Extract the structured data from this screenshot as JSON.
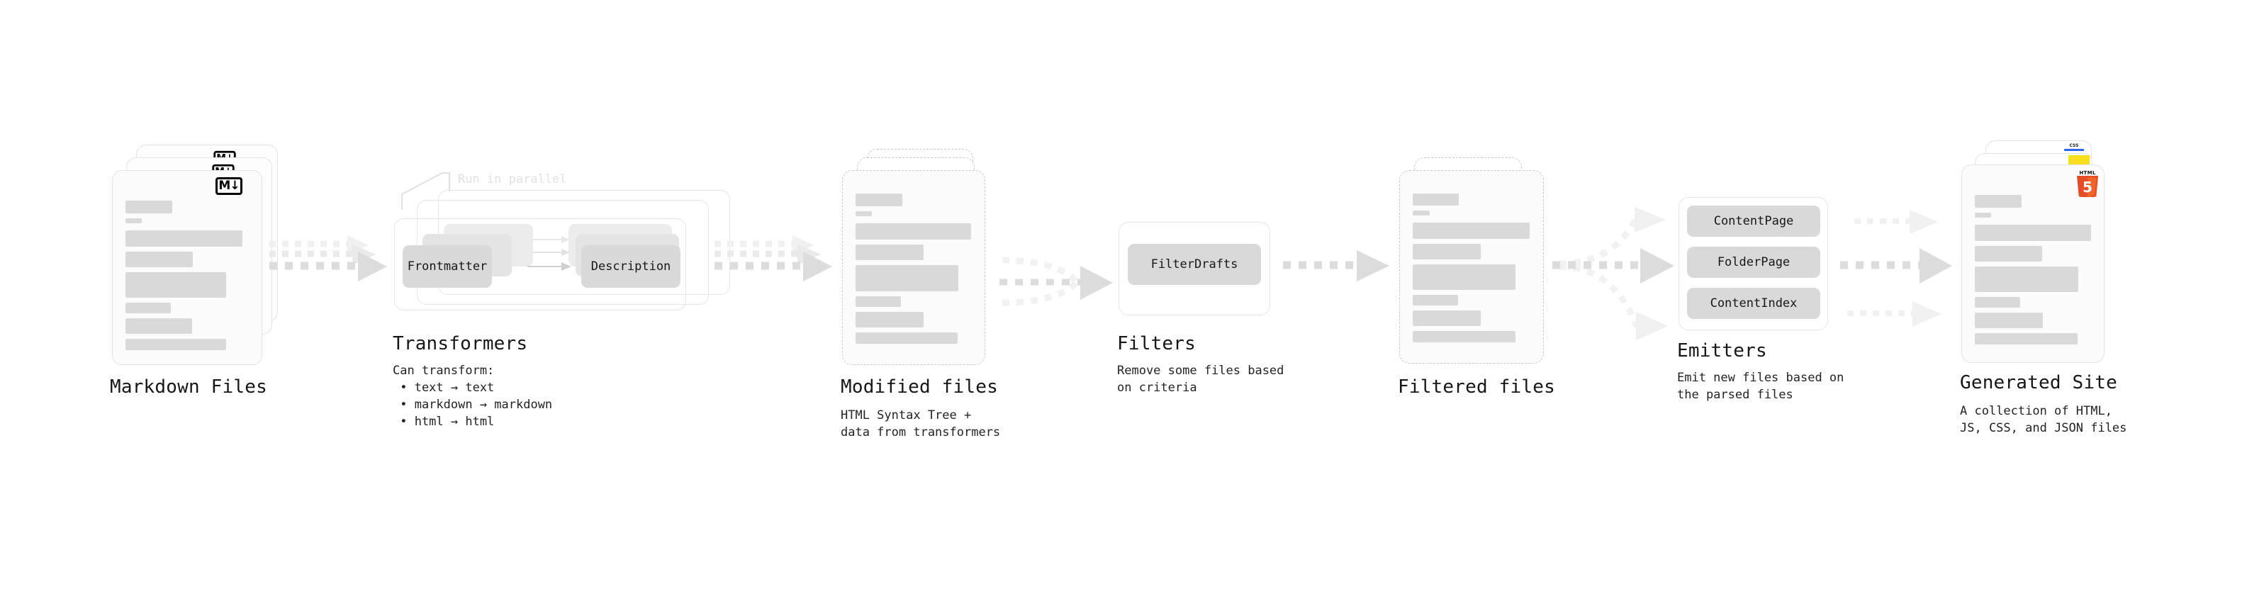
{
  "diagram": {
    "title_font_size": 26,
    "accent_colors": {
      "markdown_badge": "#000000",
      "html5": "#e44d26",
      "html5_light": "#f16529",
      "css3": "#2965f1",
      "js": "#f7df1e",
      "pill_fill": "#d9d9d9",
      "card_fill": "#fbfbfb",
      "card_border": "#e3e3e3",
      "arrow": "#d4d4d4",
      "text": "#161616"
    },
    "stages": [
      {
        "key": "markdown_files",
        "title": "Markdown Files",
        "subtitle": "",
        "icon": "markdown-icon",
        "icon_label": "M",
        "card_style": "solid"
      },
      {
        "key": "transformers",
        "title": "Transformers",
        "subtitle": "Can transform:\n • text → text\n • markdown → markdown\n • html → html",
        "hint": "Run in parallel",
        "pills": [
          "Frontmatter",
          "Description"
        ]
      },
      {
        "key": "modified_files",
        "title": "Modified files",
        "subtitle": "HTML Syntax Tree +\ndata from transformers",
        "card_style": "dashed"
      },
      {
        "key": "filters",
        "title": "Filters",
        "subtitle": "Remove some files based\non criteria",
        "pills": [
          "FilterDrafts"
        ]
      },
      {
        "key": "filtered_files",
        "title": "Filtered files",
        "subtitle": "",
        "card_style": "dashed"
      },
      {
        "key": "emitters",
        "title": "Emitters",
        "subtitle": "Emit new files based on\nthe parsed files",
        "pills": [
          "ContentPage",
          "FolderPage",
          "ContentIndex"
        ]
      },
      {
        "key": "generated_site",
        "title": "Generated Site",
        "subtitle": "A collection of HTML,\nJS, CSS, and JSON files",
        "icons": [
          "html5-icon",
          "js-icon",
          "css3-icon"
        ],
        "icon_labels": {
          "html5": "HTML",
          "html5_digit": "5",
          "css": "CSS"
        },
        "card_style": "solid"
      }
    ],
    "connectors": [
      {
        "key": "md-to-transformers",
        "type": "parallel-bundle"
      },
      {
        "key": "transformers-to-modified",
        "type": "parallel-bundle"
      },
      {
        "key": "modified-to-filters",
        "type": "merge"
      },
      {
        "key": "filters-to-filtered",
        "type": "single"
      },
      {
        "key": "filtered-to-emitters",
        "type": "fork"
      },
      {
        "key": "emitters-to-site",
        "type": "triple"
      }
    ]
  }
}
